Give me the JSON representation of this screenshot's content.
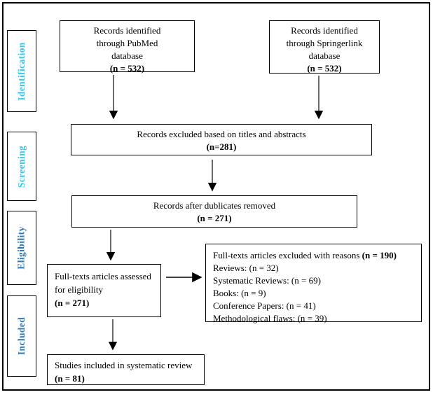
{
  "sidebar": {
    "stages": [
      {
        "label": "Identification",
        "color": "#35C5EC"
      },
      {
        "label": "Screening",
        "color": "#35C5EC"
      },
      {
        "label": "Eligibility",
        "color": "#2E75B6"
      },
      {
        "label": "Included",
        "color": "#2E75B6"
      }
    ]
  },
  "boxes": {
    "pubmed": {
      "lines": [
        "Records identified",
        "through PubMed",
        "database"
      ],
      "count": "(n = 532)"
    },
    "springerlink": {
      "lines": [
        "Records identified",
        "through Springerlink",
        "database"
      ],
      "count": "(n = 532)"
    },
    "excluded_titles": {
      "text": "Records excluded based on titles and abstracts",
      "count": "(n=281)"
    },
    "duplicates_removed": {
      "text": "Records after dublicates removed",
      "count": "(n = 271)"
    },
    "fulltext_assessed": {
      "text": "Full-texts articles assessed for eligibility",
      "count": "(n = 271)"
    },
    "excluded_reasons": {
      "title": "Full-texts articles excluded with reasons",
      "title_count": "(n = 190)",
      "reasons": [
        "Reviews: (n = 32)",
        "Systematic Reviews: (n = 69)",
        "Books: (n = 9)",
        "Conference Papers: (n = 41)",
        "Methodological flaws: (n = 39)"
      ]
    },
    "included_studies": {
      "text": "Studies included in systematic review",
      "count": "(n = 81)"
    }
  }
}
